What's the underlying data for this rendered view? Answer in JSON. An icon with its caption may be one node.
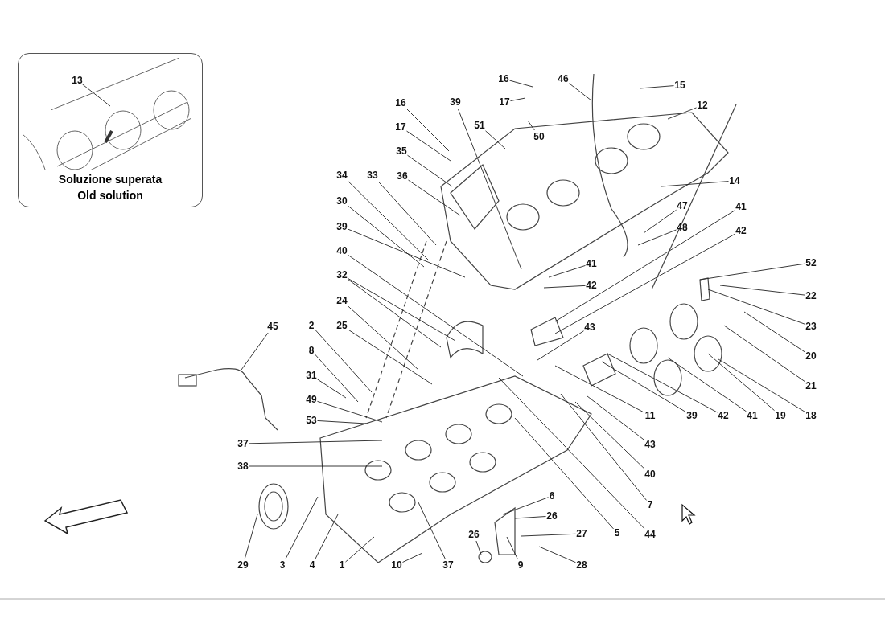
{
  "diagram": {
    "nodes": [
      {
        "text": [
          "Soluzione superata Old solution"
        ]
      },
      {
        "text": [
          "13"
        ],
        "in": 0
      },
      {
        "text": [
          "16"
        ]
      },
      {
        "text": [
          "17"
        ]
      },
      {
        "text": [
          "46"
        ]
      },
      {
        "text": [
          "15"
        ]
      },
      {
        "text": [
          "39"
        ]
      },
      {
        "text": [
          "51"
        ]
      },
      {
        "text": [
          "50"
        ]
      },
      {
        "text": [
          "12"
        ]
      },
      {
        "text": [
          "16"
        ]
      },
      {
        "text": [
          "17"
        ]
      },
      {
        "text": [
          "35"
        ]
      },
      {
        "text": [
          "36"
        ]
      },
      {
        "text": [
          "34"
        ]
      },
      {
        "text": [
          "33"
        ]
      },
      {
        "text": [
          "14"
        ]
      },
      {
        "text": [
          "30"
        ]
      },
      {
        "text": [
          "47"
        ]
      },
      {
        "text": [
          "41"
        ]
      },
      {
        "text": [
          "39"
        ]
      },
      {
        "text": [
          "48"
        ]
      },
      {
        "text": [
          "42"
        ]
      },
      {
        "text": [
          "40"
        ]
      },
      {
        "text": [
          "41"
        ]
      },
      {
        "text": [
          "52"
        ]
      },
      {
        "text": [
          "32"
        ]
      },
      {
        "text": [
          "42"
        ]
      },
      {
        "text": [
          "22"
        ]
      },
      {
        "text": [
          "24"
        ]
      },
      {
        "text": [
          "23"
        ]
      },
      {
        "text": [
          "25"
        ]
      },
      {
        "text": [
          "45"
        ]
      },
      {
        "text": [
          "2"
        ]
      },
      {
        "text": [
          "43"
        ]
      },
      {
        "text": [
          "20"
        ]
      },
      {
        "text": [
          "8"
        ]
      },
      {
        "text": [
          "31"
        ]
      },
      {
        "text": [
          "21"
        ]
      },
      {
        "text": [
          "49"
        ]
      },
      {
        "text": [
          "11"
        ]
      },
      {
        "text": [
          "39"
        ]
      },
      {
        "text": [
          "42"
        ]
      },
      {
        "text": [
          "41"
        ]
      },
      {
        "text": [
          "19"
        ]
      },
      {
        "text": [
          "18"
        ]
      },
      {
        "text": [
          "53"
        ]
      },
      {
        "text": [
          "43"
        ]
      },
      {
        "text": [
          "37"
        ]
      },
      {
        "text": [
          "38"
        ]
      },
      {
        "text": [
          "40"
        ]
      },
      {
        "text": [
          "6"
        ]
      },
      {
        "text": [
          "7"
        ]
      },
      {
        "text": [
          "26"
        ]
      },
      {
        "text": [
          "26"
        ]
      },
      {
        "text": [
          "5"
        ]
      },
      {
        "text": [
          "27"
        ]
      },
      {
        "text": [
          "44"
        ]
      },
      {
        "text": [
          "29"
        ]
      },
      {
        "text": [
          "3"
        ]
      },
      {
        "text": [
          "4"
        ]
      },
      {
        "text": [
          "1"
        ]
      },
      {
        "text": [
          "10"
        ]
      },
      {
        "text": [
          "37"
        ]
      },
      {
        "text": [
          "9"
        ]
      },
      {
        "text": [
          "28"
        ]
      }
    ],
    "edges": [
      {
        "from": 1,
        "to": null,
        "arrow": "none"
      },
      {
        "from": 2,
        "to": null,
        "arrow": "none"
      },
      {
        "from": 3,
        "to": null,
        "arrow": "none"
      },
      {
        "from": 4,
        "to": null,
        "arrow": "none"
      },
      {
        "from": 5,
        "to": null,
        "arrow": "none"
      },
      {
        "from": 6,
        "to": null,
        "arrow": "none"
      },
      {
        "from": 7,
        "to": null,
        "arrow": "none"
      },
      {
        "from": 8,
        "to": null,
        "arrow": "none"
      },
      {
        "from": 9,
        "to": null,
        "arrow": "none"
      },
      {
        "from": 10,
        "to": null,
        "arrow": "none"
      },
      {
        "from": 11,
        "to": null,
        "arrow": "none"
      },
      {
        "from": 12,
        "to": null,
        "arrow": "none"
      },
      {
        "from": 13,
        "to": null,
        "arrow": "none"
      },
      {
        "from": 14,
        "to": null,
        "arrow": "none"
      },
      {
        "from": 15,
        "to": null,
        "arrow": "none"
      },
      {
        "from": 16,
        "to": null,
        "arrow": "none"
      },
      {
        "from": 17,
        "to": null,
        "arrow": "none"
      },
      {
        "from": 18,
        "to": null,
        "arrow": "none"
      },
      {
        "from": 19,
        "to": null,
        "arrow": "none"
      },
      {
        "from": 20,
        "to": null,
        "arrow": "none"
      },
      {
        "from": 21,
        "to": null,
        "arrow": "none"
      },
      {
        "from": 22,
        "to": null,
        "arrow": "none"
      },
      {
        "from": 23,
        "to": null,
        "arrow": "none"
      },
      {
        "from": 24,
        "to": null,
        "arrow": "none"
      },
      {
        "from": 25,
        "to": null,
        "arrow": "none"
      },
      {
        "from": 26,
        "to": null,
        "arrow": "none"
      },
      {
        "from": 26,
        "to": null,
        "arrow": "none"
      },
      {
        "from": 27,
        "to": null,
        "arrow": "none"
      },
      {
        "from": 28,
        "to": null,
        "arrow": "none"
      },
      {
        "from": 29,
        "to": null,
        "arrow": "none"
      },
      {
        "from": 30,
        "to": null,
        "arrow": "none"
      },
      {
        "from": 31,
        "to": null,
        "arrow": "none"
      },
      {
        "from": 32,
        "to": null,
        "arrow": "none"
      },
      {
        "from": 33,
        "to": null,
        "arrow": "none"
      },
      {
        "from": 34,
        "to": null,
        "arrow": "none"
      },
      {
        "from": 35,
        "to": null,
        "arrow": "none"
      },
      {
        "from": 36,
        "to": null,
        "arrow": "none"
      },
      {
        "from": 37,
        "to": null,
        "arrow": "none"
      },
      {
        "from": 38,
        "to": null,
        "arrow": "none"
      },
      {
        "from": 39,
        "to": null,
        "arrow": "none"
      },
      {
        "from": 40,
        "to": null,
        "arrow": "none"
      },
      {
        "from": 41,
        "to": null,
        "arrow": "none"
      },
      {
        "from": 42,
        "to": null,
        "arrow": "none"
      },
      {
        "from": 43,
        "to": null,
        "arrow": "none"
      },
      {
        "from": 44,
        "to": null,
        "arrow": "none"
      },
      {
        "from": 45,
        "to": null,
        "arrow": "none"
      },
      {
        "from": 46,
        "to": null,
        "arrow": "none"
      },
      {
        "from": 47,
        "to": null,
        "arrow": "none"
      },
      {
        "from": 48,
        "to": null,
        "arrow": "none"
      },
      {
        "from": 49,
        "to": null,
        "arrow": "none"
      },
      {
        "from": 50,
        "to": null,
        "arrow": "none"
      },
      {
        "from": 51,
        "to": null,
        "arrow": "none"
      },
      {
        "from": 52,
        "to": null,
        "arrow": "none"
      },
      {
        "from": 53,
        "to": null,
        "arrow": "none"
      },
      {
        "from": 54,
        "to": null,
        "arrow": "none"
      },
      {
        "from": 55,
        "to": null,
        "arrow": "none"
      },
      {
        "from": 56,
        "to": null,
        "arrow": "none"
      },
      {
        "from": 57,
        "to": null,
        "arrow": "none"
      },
      {
        "from": 58,
        "to": null,
        "arrow": "none"
      },
      {
        "from": 59,
        "to": null,
        "arrow": "none"
      },
      {
        "from": 60,
        "to": null,
        "arrow": "none"
      },
      {
        "from": 61,
        "to": null,
        "arrow": "none"
      },
      {
        "from": 62,
        "to": null,
        "arrow": "none"
      },
      {
        "from": 63,
        "to": null,
        "arrow": "none"
      },
      {
        "from": 64,
        "to": null,
        "arrow": "none"
      },
      {
        "from": 65,
        "to": null,
        "arrow": "none"
      }
    ]
  }
}
